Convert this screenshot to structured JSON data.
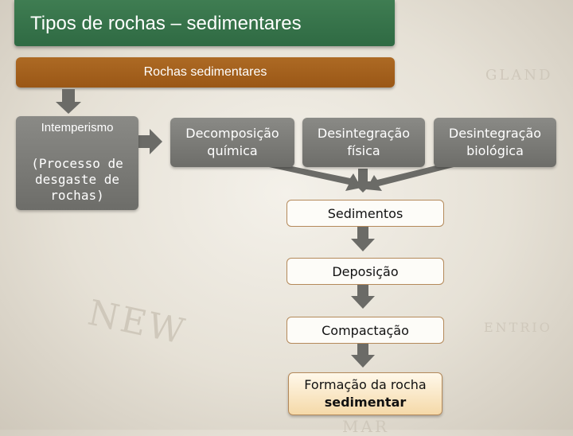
{
  "header": {
    "title": "Tipos de rochas – sedimentares"
  },
  "bar": {
    "label": "Rochas sedimentares"
  },
  "intemperismo": {
    "title": "Intemperismo",
    "subtitle": "(Processo de desgaste de rochas)"
  },
  "types": [
    {
      "line1": "Decomposição",
      "line2": "química"
    },
    {
      "line1": "Desintegração",
      "line2": "física"
    },
    {
      "line1": "Desintegração",
      "line2": "biológica"
    }
  ],
  "steps": [
    "Sedimentos",
    "Deposição",
    "Compactação"
  ],
  "final": {
    "line1": "Formação da rocha",
    "line2": "sedimentar"
  },
  "colors": {
    "header": "#2f6a43",
    "bar": "#9a5716",
    "arrow": "#6b6b67",
    "pill_border": "#b4895a"
  }
}
